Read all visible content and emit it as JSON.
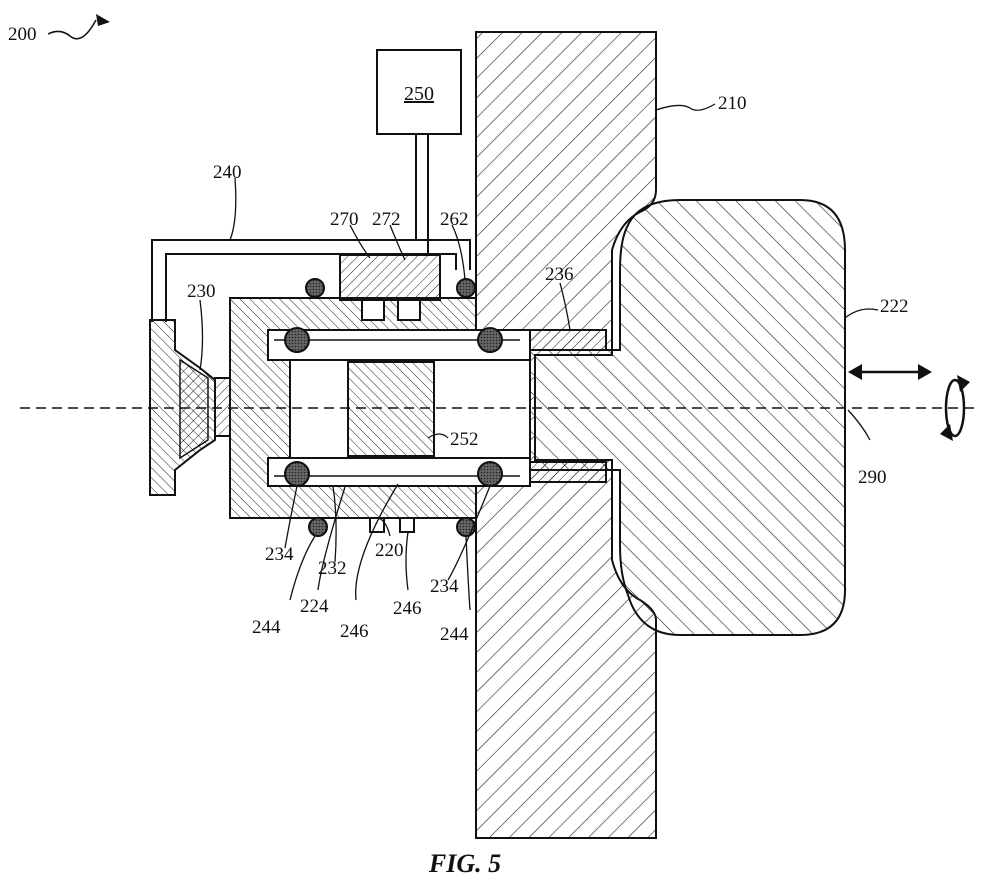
{
  "figure": {
    "caption": "FIG. 5",
    "box_label": "250",
    "labels": {
      "r200": "200",
      "r210": "210",
      "r240": "240",
      "r270": "270",
      "r272": "272",
      "r262": "262",
      "r236": "236",
      "r230": "230",
      "r222": "222",
      "r252": "252",
      "r290": "290",
      "r234a": "234",
      "r232": "232",
      "r224": "224",
      "r244a": "244",
      "r246a": "246",
      "r220": "220",
      "r246b": "246",
      "r234b": "234",
      "r244b": "244"
    }
  }
}
